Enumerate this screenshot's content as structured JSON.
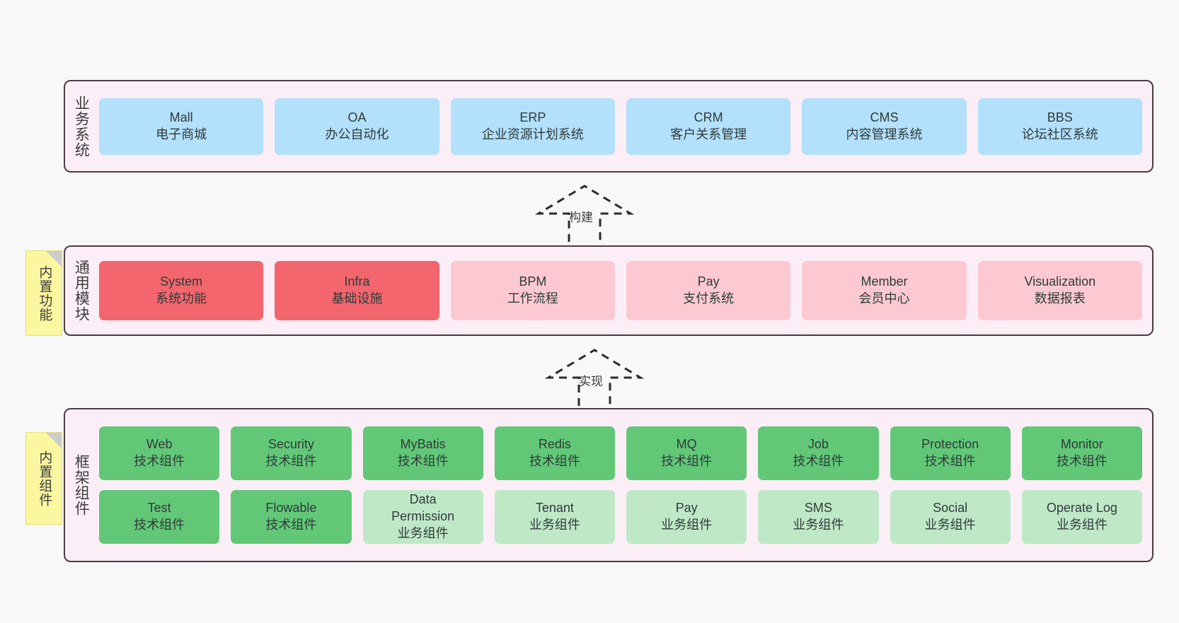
{
  "diagram": {
    "background_color": "#f8f8f8",
    "layer_fill": "#fbeef7",
    "layer_border": "#4a3c42"
  },
  "layers": [
    {
      "id": "business-systems",
      "title": "业务系统",
      "sticky": null,
      "rows": [
        {
          "style": "blue",
          "cards": [
            {
              "en": "Mall",
              "cn": "电子商城"
            },
            {
              "en": "OA",
              "cn": "办公自动化"
            },
            {
              "en": "ERP",
              "cn": "企业资源计划系统"
            },
            {
              "en": "CRM",
              "cn": "客户关系管理"
            },
            {
              "en": "CMS",
              "cn": "内容管理系统"
            },
            {
              "en": "BBS",
              "cn": "论坛社区系统"
            }
          ]
        }
      ]
    },
    {
      "id": "common-modules",
      "title": "通用模块",
      "sticky": "内置功能",
      "rows": [
        {
          "style": "mixed",
          "cards": [
            {
              "en": "System",
              "cn": "系统功能",
              "color": "red"
            },
            {
              "en": "Infra",
              "cn": "基础设施",
              "color": "red"
            },
            {
              "en": "BPM",
              "cn": "工作流程",
              "color": "pink"
            },
            {
              "en": "Pay",
              "cn": "支付系统",
              "color": "pink"
            },
            {
              "en": "Member",
              "cn": "会员中心",
              "color": "pink"
            },
            {
              "en": "Visualization",
              "cn": "数据报表",
              "color": "pink"
            }
          ]
        }
      ]
    },
    {
      "id": "framework-components",
      "title": "框架组件",
      "sticky": "内置组件",
      "rows": [
        {
          "style": "mixed",
          "cards": [
            {
              "en": "Web",
              "cn": "技术组件",
              "color": "green"
            },
            {
              "en": "Security",
              "cn": "技术组件",
              "color": "green"
            },
            {
              "en": "MyBatis",
              "cn": "技术组件",
              "color": "green"
            },
            {
              "en": "Redis",
              "cn": "技术组件",
              "color": "green"
            },
            {
              "en": "MQ",
              "cn": "技术组件",
              "color": "green"
            },
            {
              "en": "Job",
              "cn": "技术组件",
              "color": "green"
            },
            {
              "en": "Protection",
              "cn": "技术组件",
              "color": "green"
            },
            {
              "en": "Monitor",
              "cn": "技术组件",
              "color": "green"
            }
          ]
        },
        {
          "style": "mixed",
          "cards": [
            {
              "en": "Test",
              "cn": "技术组件",
              "color": "green"
            },
            {
              "en": "Flowable",
              "cn": "技术组件",
              "color": "green"
            },
            {
              "en": "Data Permission",
              "cn": "业务组件",
              "color": "lgreen"
            },
            {
              "en": "Tenant",
              "cn": "业务组件",
              "color": "lgreen"
            },
            {
              "en": "Pay",
              "cn": "业务组件",
              "color": "lgreen"
            },
            {
              "en": "SMS",
              "cn": "业务组件",
              "color": "lgreen"
            },
            {
              "en": "Social",
              "cn": "业务组件",
              "color": "lgreen"
            },
            {
              "en": "Operate Log",
              "cn": "业务组件",
              "color": "lgreen"
            }
          ]
        }
      ]
    }
  ],
  "arrows": [
    {
      "id": "build-arrow",
      "label": "构建"
    },
    {
      "id": "implement-arrow",
      "label": "实现"
    }
  ]
}
